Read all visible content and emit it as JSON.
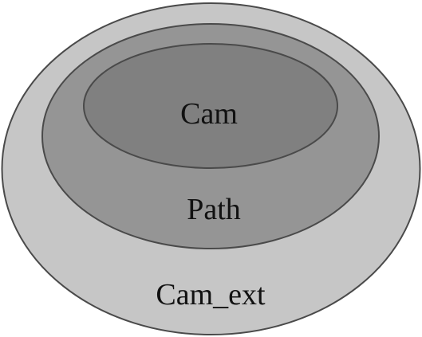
{
  "diagram": {
    "sets": [
      {
        "label": "Cam_ext",
        "color": "#c6c6c6"
      },
      {
        "label": "Path",
        "color": "#959595"
      },
      {
        "label": "Cam",
        "color": "#808080"
      }
    ],
    "outline_color": "#4a4a4a"
  }
}
